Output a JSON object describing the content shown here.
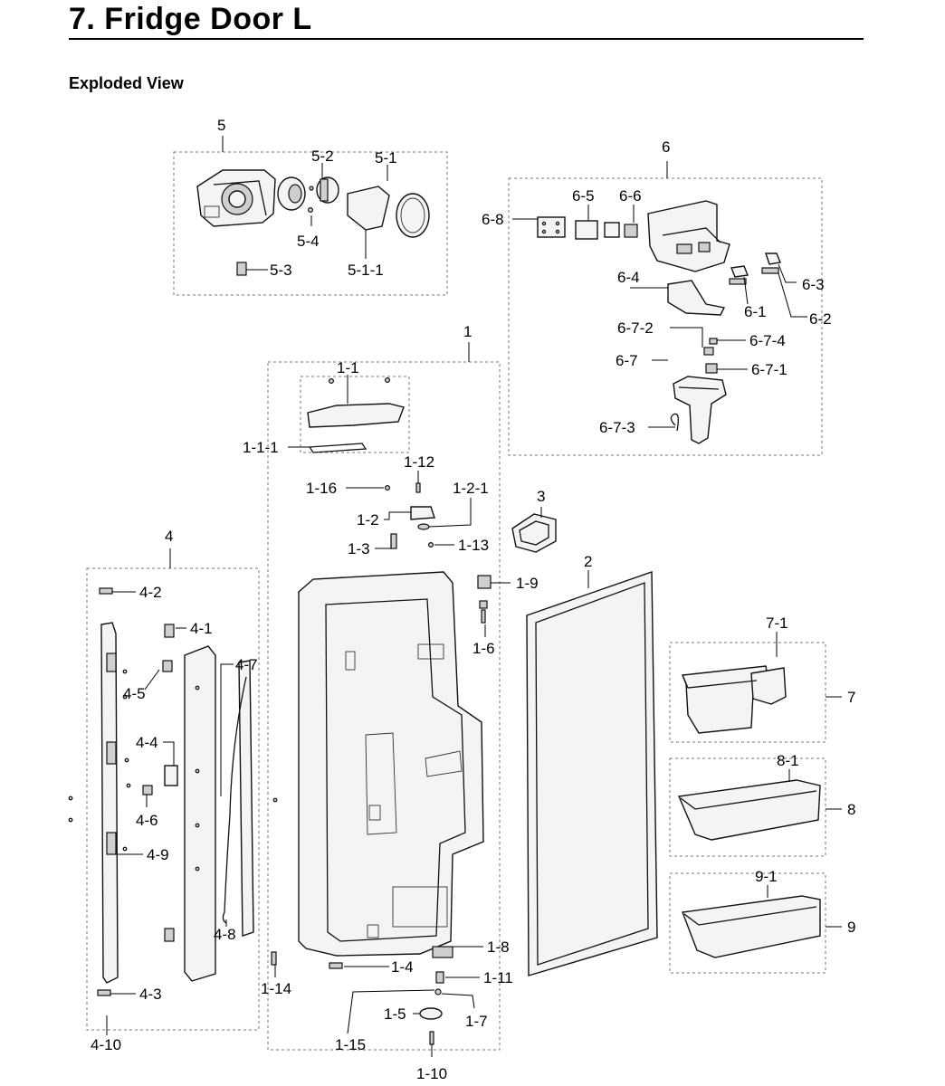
{
  "page": {
    "title": "7.  Fridge Door L",
    "subtitle": "Exploded View"
  },
  "callouts": {
    "c_5": "5",
    "c_5_2": "5-2",
    "c_5_1": "5-1",
    "c_5_4": "5-4",
    "c_5_3": "5-3",
    "c_5_1_1": "5-1-1",
    "c_6": "6",
    "c_6_5": "6-5",
    "c_6_6": "6-6",
    "c_6_8": "6-8",
    "c_6_4": "6-4",
    "c_6_3": "6-3",
    "c_6_1": "6-1",
    "c_6_2": "6-2",
    "c_6_7_2": "6-7-2",
    "c_6_7_4": "6-7-4",
    "c_6_7": "6-7",
    "c_6_7_1": "6-7-1",
    "c_6_7_3": "6-7-3",
    "c_1": "1",
    "c_1_1": "1-1",
    "c_1_1_1": "1-1-1",
    "c_1_12": "1-12",
    "c_1_16": "1-16",
    "c_1_2_1": "1-2-1",
    "c_1_2": "1-2",
    "c_1_3": "1-3",
    "c_1_13": "1-13",
    "c_1_9": "1-9",
    "c_1_6": "1-6",
    "c_1_8": "1-8",
    "c_1_4": "1-4",
    "c_1_11": "1-11",
    "c_1_5": "1-5",
    "c_1_7": "1-7",
    "c_1_14": "1-14",
    "c_1_15": "1-15",
    "c_1_10": "1-10",
    "c_2": "2",
    "c_3": "3",
    "c_4": "4",
    "c_4_2": "4-2",
    "c_4_1": "4-1",
    "c_4_7": "4-7",
    "c_4_5": "4-5",
    "c_4_4": "4-4",
    "c_4_6": "4-6",
    "c_4_9": "4-9",
    "c_4_8": "4-8",
    "c_4_3": "4-3",
    "c_4_10": "4-10",
    "c_7": "7",
    "c_7_1": "7-1",
    "c_8": "8",
    "c_8_1": "8-1",
    "c_9": "9",
    "c_9_1": "9-1"
  }
}
